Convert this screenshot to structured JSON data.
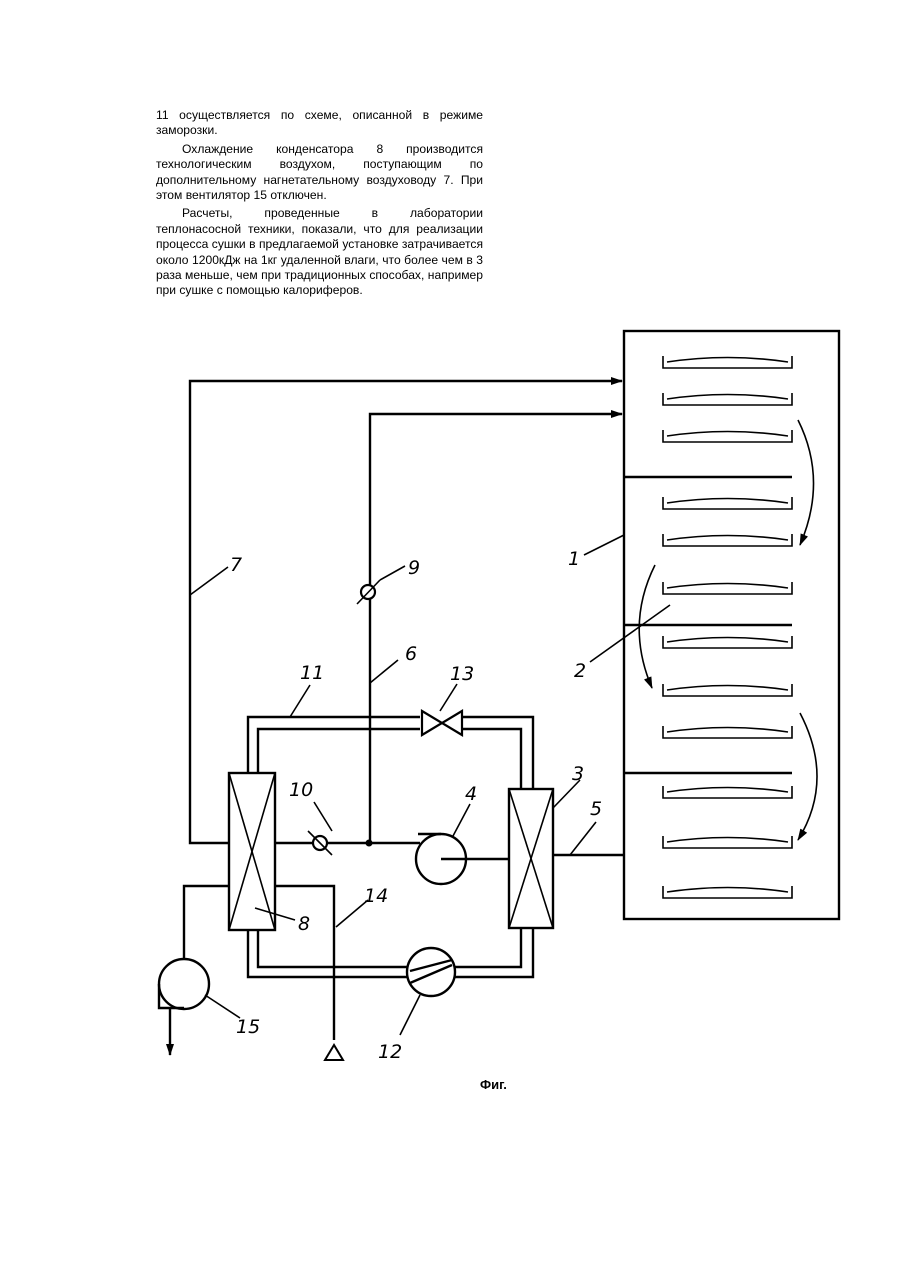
{
  "text": {
    "p1": "11 осуществляется по схеме, описанной в режиме заморозки.",
    "p2": "Охлаждение конденсатора 8 производится технологическим воздухом, поступающим по дополнительному нагнетательному воздуховоду 7. При этом вентилятор 15 отключен.",
    "p3": "Расчеты, проведенные в лаборатории теплонасосной техники, показали, что для реализации процесса сушки в предлагаемой установке затрачивается около 1200кДж на 1кг удаленной влаги, что более чем в 3 раза меньше, чем при традиционных способах, например при сушке с помощью калориферов."
  },
  "figure": {
    "caption": "Фиг.",
    "labels": {
      "l1": "1",
      "l2": "2",
      "l3": "3",
      "l4": "4",
      "l5": "5",
      "l6": "6",
      "l7": "7",
      "l8": "8",
      "l9": "9",
      "l10": "10",
      "l11": "11",
      "l12": "12",
      "l13": "13",
      "l14": "14",
      "l15": "15"
    }
  }
}
